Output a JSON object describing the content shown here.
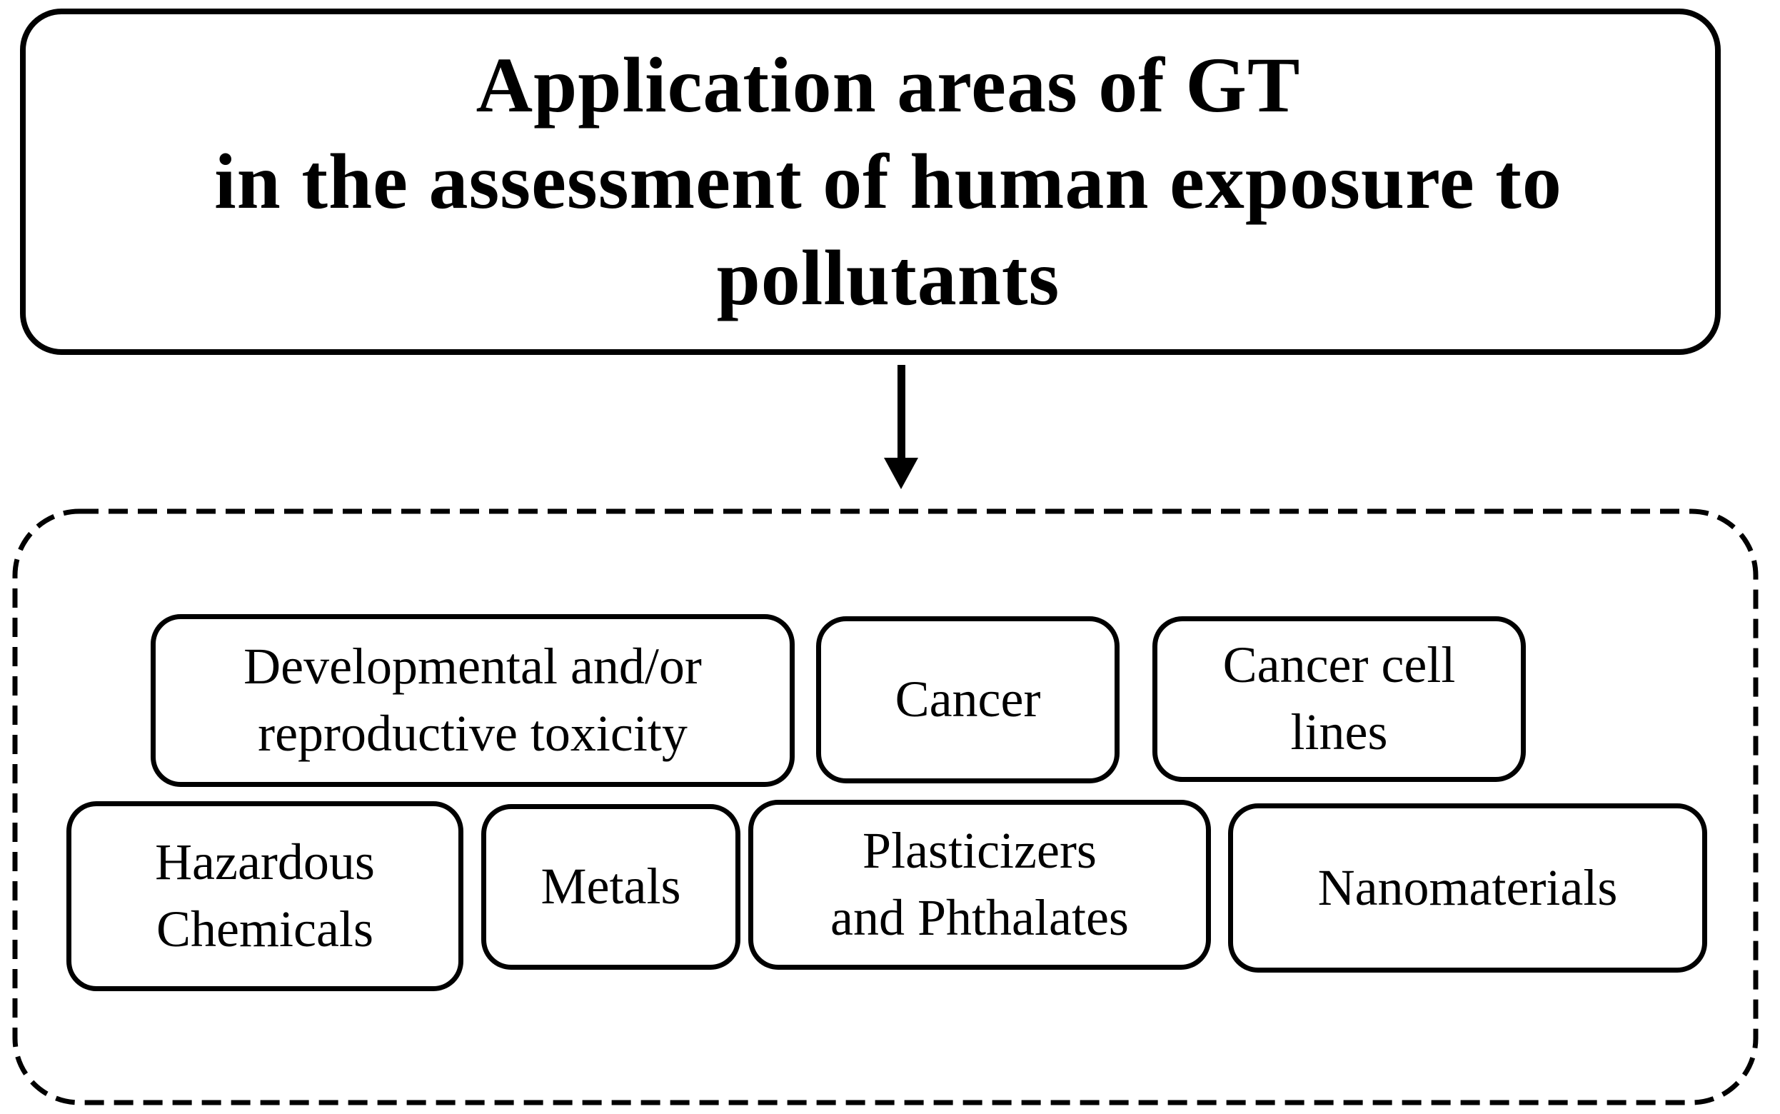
{
  "title": {
    "lines": [
      "Application areas of GT",
      "in the assessment of human exposure to",
      "pollutants"
    ]
  },
  "connector": {
    "icon": "down-arrow-icon"
  },
  "application_areas": [
    {
      "id": "developmental-reproductive-toxicity",
      "label": "Developmental and/or\nreproductive toxicity"
    },
    {
      "id": "cancer",
      "label": "Cancer"
    },
    {
      "id": "cancer-cell-lines",
      "label": "Cancer cell\nlines"
    },
    {
      "id": "hazardous-chemicals",
      "label": "Hazardous\nChemicals"
    },
    {
      "id": "metals",
      "label": "Metals"
    },
    {
      "id": "plasticizers-and-phthalates",
      "label": "Plasticizers\nand Phthalates"
    },
    {
      "id": "nanomaterials",
      "label": "Nanomaterials"
    }
  ],
  "colors": {
    "ink": "#000000",
    "background": "#ffffff"
  }
}
